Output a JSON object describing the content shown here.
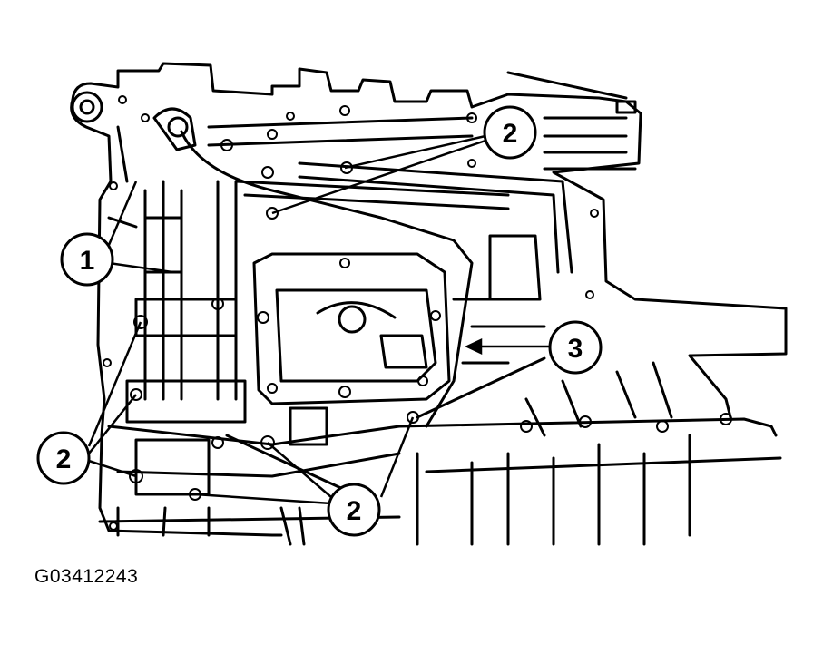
{
  "figure": {
    "id_text": "G03412243",
    "stroke_color": "#000000",
    "background_color": "#ffffff"
  },
  "callouts": [
    {
      "key": "c1",
      "label": "1"
    },
    {
      "key": "c2a",
      "label": "2"
    },
    {
      "key": "c2b",
      "label": "2"
    },
    {
      "key": "c2c",
      "label": "2"
    },
    {
      "key": "c3",
      "label": "3"
    }
  ]
}
